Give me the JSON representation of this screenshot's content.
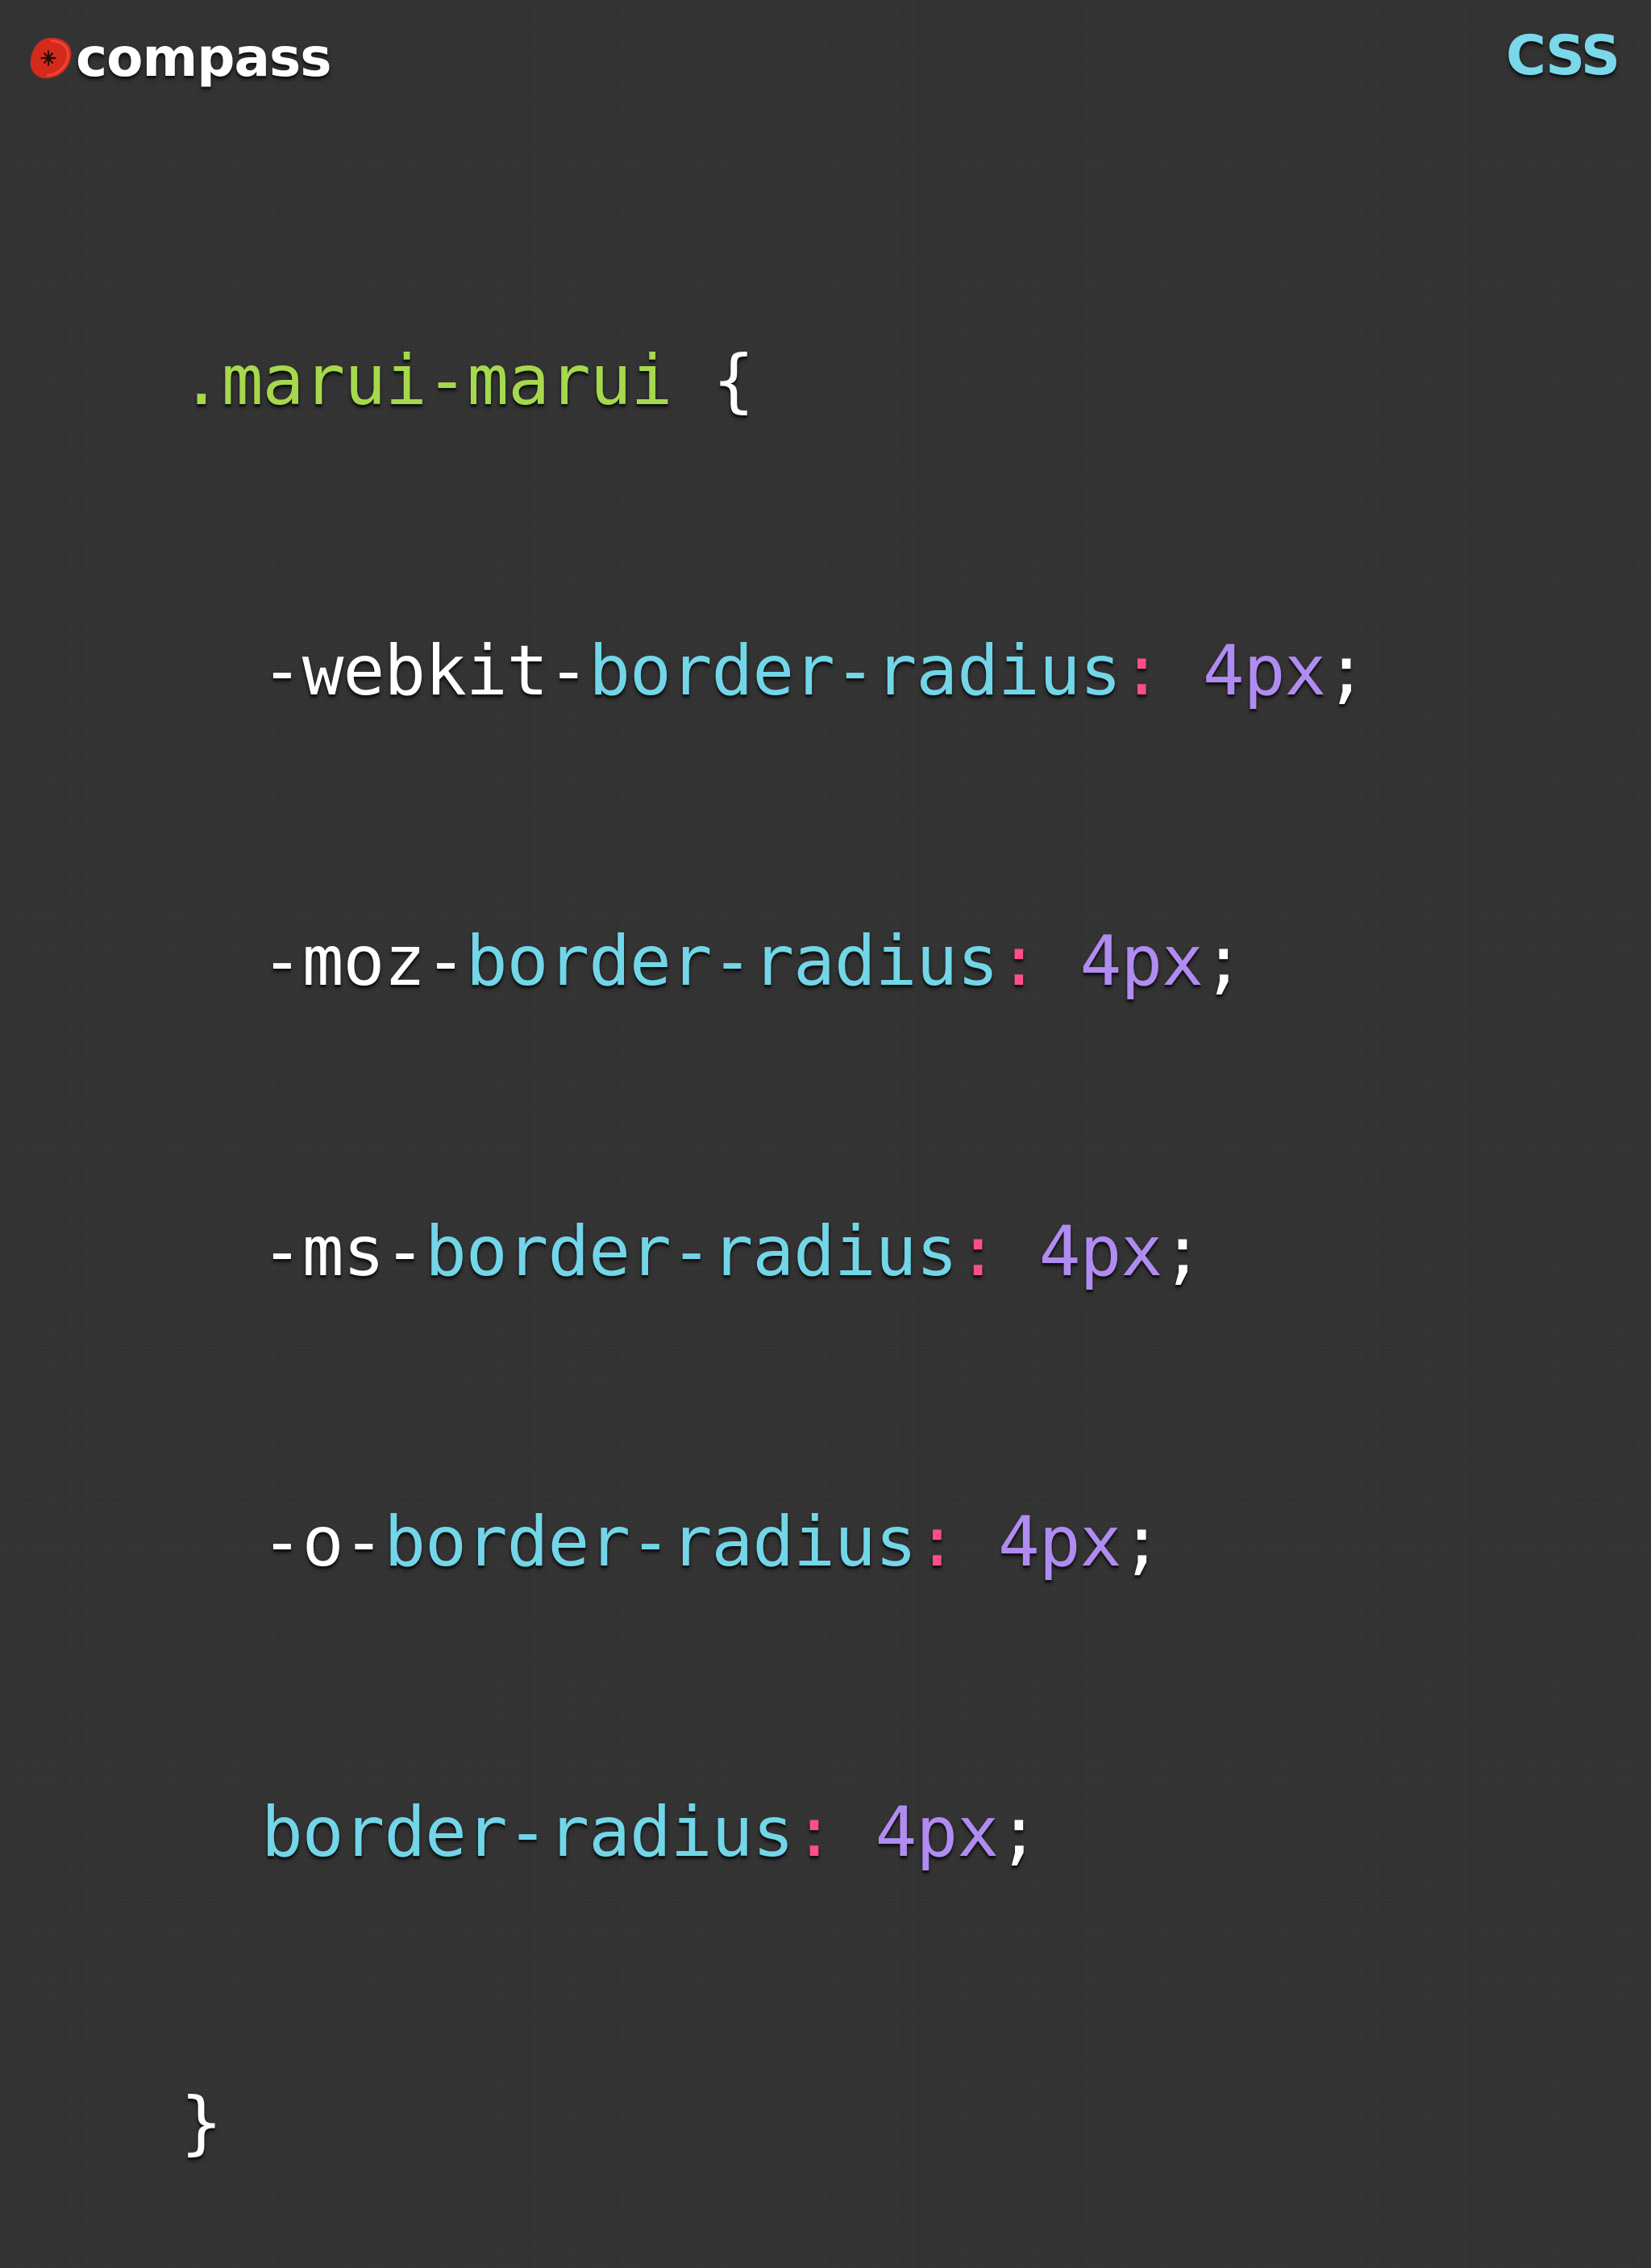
{
  "header": {
    "brand_name": "compass",
    "brand_icon": "compass-logo-icon",
    "language_label": "CSS"
  },
  "colors": {
    "background": "#333333",
    "selector": "#a6d84e",
    "property": "#72d6e8",
    "colon": "#ff4d8d",
    "value": "#b08cf2",
    "plain": "#ffffff",
    "language_label": "#7ad8ea",
    "logo_red": "#d42a1c"
  },
  "code": {
    "selector": ".marui-marui",
    "open_brace": "{",
    "close_brace": "}",
    "declarations": [
      {
        "prefix": "-webkit-",
        "property": "border-radius",
        "colon": ":",
        "value": "4px",
        "semicolon": ";"
      },
      {
        "prefix": "-moz-",
        "property": "border-radius",
        "colon": ":",
        "value": "4px",
        "semicolon": ";"
      },
      {
        "prefix": "-ms-",
        "property": "border-radius",
        "colon": ":",
        "value": "4px",
        "semicolon": ";"
      },
      {
        "prefix": "-o-",
        "property": "border-radius",
        "colon": ":",
        "value": "4px",
        "semicolon": ";"
      },
      {
        "prefix": "",
        "property": "border-radius",
        "colon": ":",
        "value": "4px",
        "semicolon": ";"
      }
    ]
  }
}
